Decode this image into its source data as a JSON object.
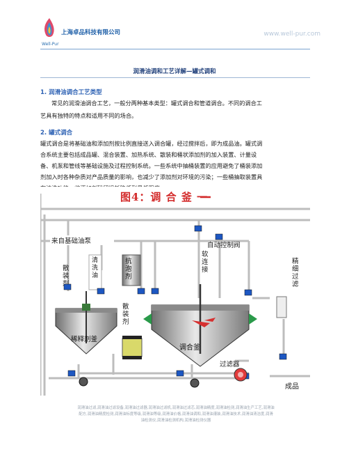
{
  "header": {
    "company": "上海卓品科技有限公司",
    "logo_caption": "Well-Pur",
    "website": "www.well-pur.com",
    "colors": {
      "brand": "#1e5fa8",
      "accent_red": "#d63030"
    }
  },
  "document": {
    "title": "润滑油调和工艺详解—罐式调和",
    "section1": {
      "heading": "1.  润滑油调合工艺类型",
      "line1": "常见的润滑油调合工艺，一般分两种基本类型：罐式调合和管道调合。不同的调合工",
      "line2": "艺具有独特的特点和适用不同的场合。"
    },
    "section2": {
      "heading": "2.  罐式调合",
      "lines": [
        "罐式调合是将基础油和添加剂按比例直接送入调合罐，经过搅拌后，即为成品油。罐式调",
        "合系统主要包括成品罐、混合装置、加热系统、散装和桶状添加剂的加入装置、计量设",
        "备、机泵和管线等基础设施及过程控制系统。一些系统中抽桶装置的应用避免了桶装添加",
        "剂加入时各种杂质对产品质量的影响，也减少了添加剂对环境的污染；一些桶抽取装置具",
        "有清洗功能，将添加剂残留损耗降低到最低限度。"
      ]
    }
  },
  "diagram": {
    "figure_title": "图4：调 合 釜 一",
    "labels": {
      "base_oil_pump": "来自基础油泵",
      "auto_valve": "自动控制阀",
      "cleaning_oil": "清洗油",
      "antifoam": "抗泡剂",
      "bulk_additive_left": "散装剂",
      "softener": "软连接",
      "fine_filter": "精细过滤",
      "dilution_tank": "稀释剂釜",
      "bulk_additive_mid": "散装剂",
      "blend_tank": "调合釜",
      "filter": "过滤器",
      "product": "成品"
    }
  },
  "footer": {
    "line1": "润滑油过滤,润滑油过滤设备,润滑油过滤器,润滑油过滤机,润滑油过滤芯,润滑油精度,润滑油检测,润滑油生产工艺,润滑油",
    "line2": "配方,润滑油精度检测,润滑油标度等级,润滑油等级,润滑油价格,润滑油调和,润滑油灌装,润滑油技术,润滑油清洁度,润滑",
    "line3": "油检测仪,润滑油检测机构,润滑油检测仪器"
  }
}
